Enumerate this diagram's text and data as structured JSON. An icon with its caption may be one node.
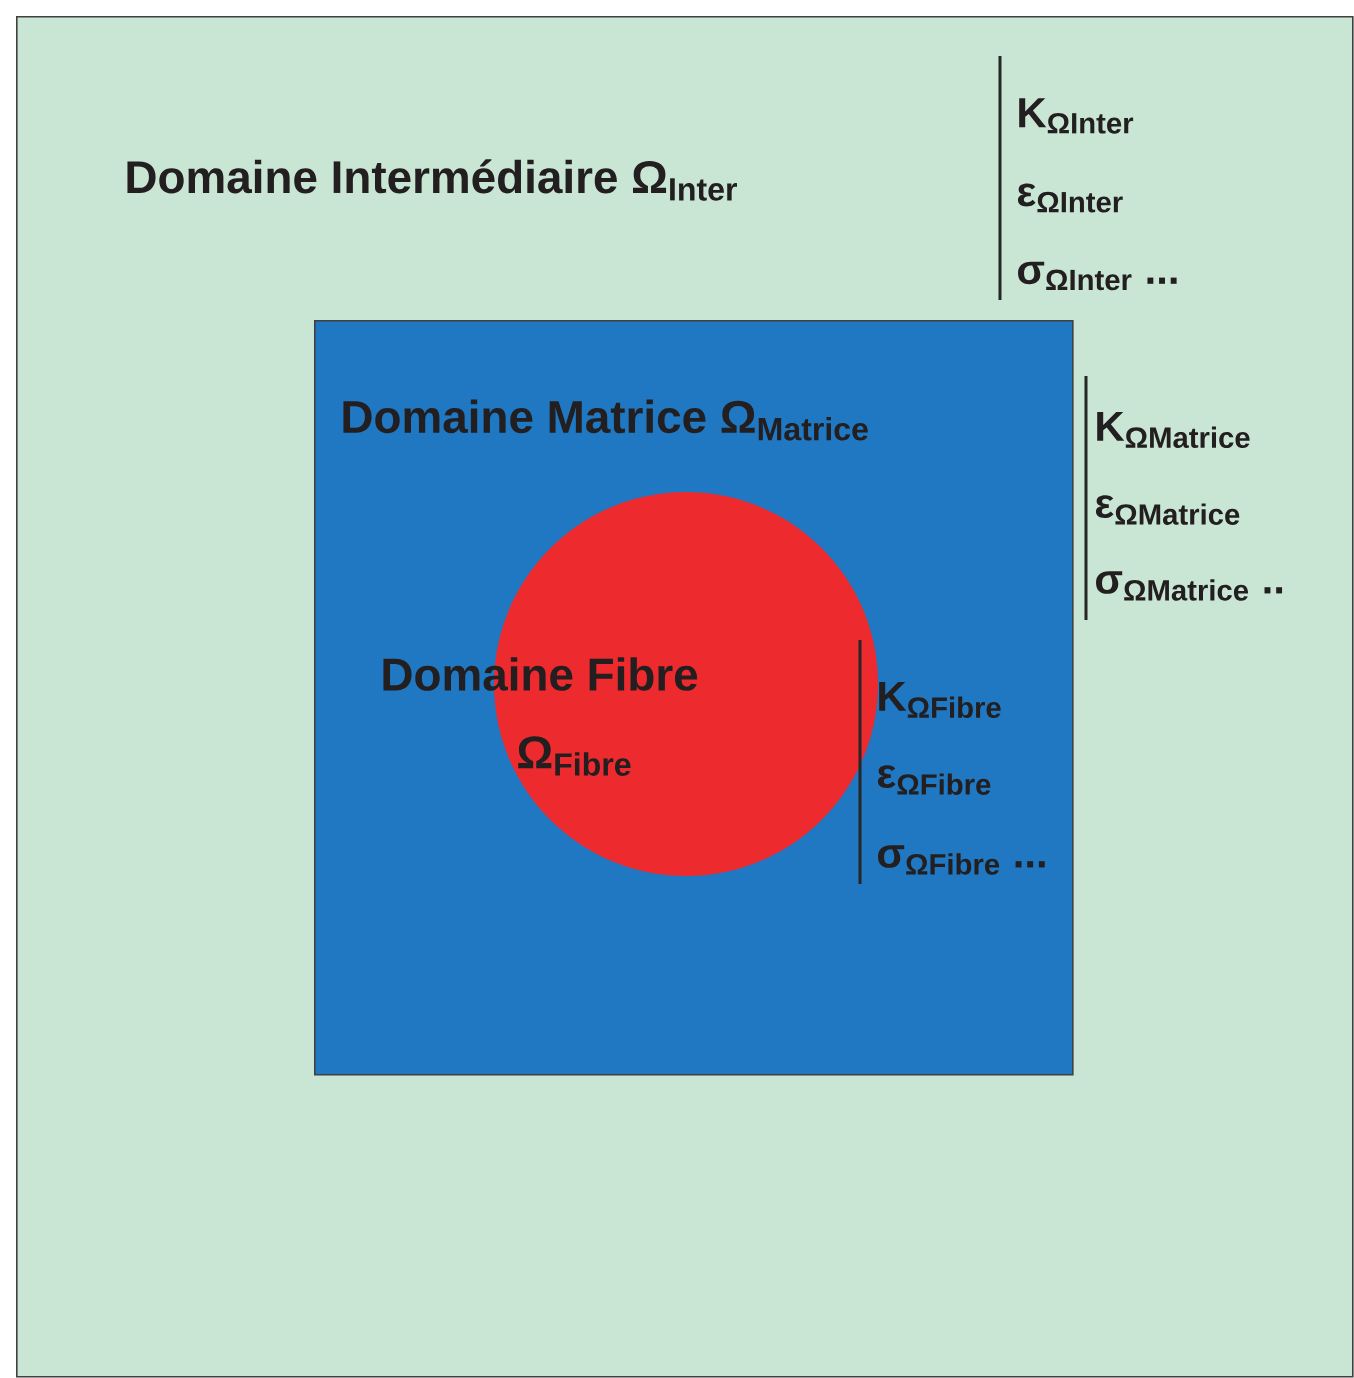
{
  "diagram": {
    "nodes": [
      {
        "text": [
          "Domaine Intermédiaire Ω$_{Inter}$"
        ],
        "beside": [
          "K$_{ΩInter}$",
          "ε$_{ΩInter}$",
          "σ$_{ΩInter}$ ..."
        ]
      },
      {
        "text": [
          "Domaine Matrice Ω$_{Matrice}$"
        ],
        "beside": [
          "K$_{ΩMatrice}$",
          "ε$_{ΩMatrice}$",
          "σ$_{ΩMatrice}$ .."
        ],
        "in": 0
      },
      {
        "text": [
          "Domaine Fibre",
          "Ω$_{Fibre}$"
        ],
        "beside": [
          "K$_{ΩFibre}$",
          "ε$_{ΩFibre}$",
          "σ$_{ΩFibre}$ ..."
        ],
        "in": 1
      }
    ]
  }
}
